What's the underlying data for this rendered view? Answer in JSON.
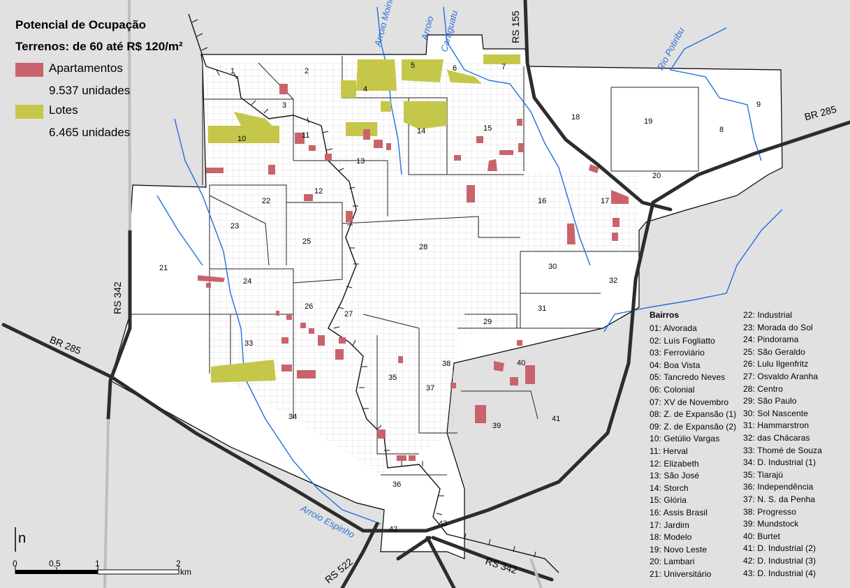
{
  "map": {
    "title_line1": "Potencial de Ocupação",
    "title_line2": "Terrenos: de 60 até R$ 120/m²",
    "legend": {
      "apartments_label": "Apartamentos",
      "apartments_count": "9.537 unidades",
      "lots_label": "Lotes",
      "lots_count": "6.465 unidades",
      "apartments_color": "#c9636b",
      "lots_color": "#c5c74a"
    },
    "north_label": "n",
    "scale": {
      "ticks": [
        "0",
        "0,5",
        "1",
        "2"
      ],
      "unit": "km"
    },
    "roads": {
      "br285_w": "BR 285",
      "br285_e": "BR 285",
      "rs342_w": "RS 342",
      "rs342_s": "RS 342",
      "rs155": "RS 155",
      "rs522": "RS 522"
    },
    "waters": {
      "moinho": "Arroio Moinho",
      "moinho_top": "Moinho",
      "arroio2": "Arroio",
      "caraguatu": "Caraguatu",
      "potiribu": "Rio Potiribu",
      "espinho": "Arroio Espinho"
    },
    "bairros_title": "Bairros",
    "bairros": [
      "01: Alvorada",
      "02: Luís Fogliatto",
      "03: Ferroviário",
      "04: Boa Vista",
      "05: Tancredo Neves",
      "06: Colonial",
      "07: XV de Novembro",
      "08: Z. de Expansão (1)",
      "09: Z. de Expansão (2)",
      "10: Getúlio Vargas",
      "11: Herval",
      "12: Elizabeth",
      "13: São José",
      "14: Storch",
      "15: Glória",
      "16: Assis Brasil",
      "17: Jardim",
      "18: Modelo",
      "19: Novo Leste",
      "20: Lambari",
      "21: Universitário",
      "22: Industrial",
      "23: Morada do Sol",
      "24: Pindorama",
      "25: São Geraldo",
      "26: Lulu Ilgenfritz",
      "27: Osvaldo Aranha",
      "28: Centro",
      "29: São Paulo",
      "30: Sol Nascente",
      "31: Hammarstron",
      "32: das Chácaras",
      "33: Thomé de Souza",
      "34: D. Industrial (1)",
      "35: Tiarajú",
      "36: Independência",
      "37: N. S. da Penha",
      "38: Progresso",
      "39: Mundstock",
      "40: Burtet",
      "41: D. Industrial (2)",
      "42: D. Industrial (3)",
      "43: D. Industrial (4)"
    ],
    "neighborhood_labels": [
      "1",
      "2",
      "3",
      "4",
      "5",
      "6",
      "7",
      "8",
      "9",
      "10",
      "11",
      "12",
      "13",
      "14",
      "15",
      "16",
      "17",
      "18",
      "19",
      "20",
      "21",
      "22",
      "23",
      "24",
      "25",
      "26",
      "27",
      "28",
      "29",
      "30",
      "31",
      "32",
      "33",
      "34",
      "35",
      "36",
      "37",
      "38",
      "39",
      "40",
      "41",
      "42",
      "43"
    ]
  }
}
